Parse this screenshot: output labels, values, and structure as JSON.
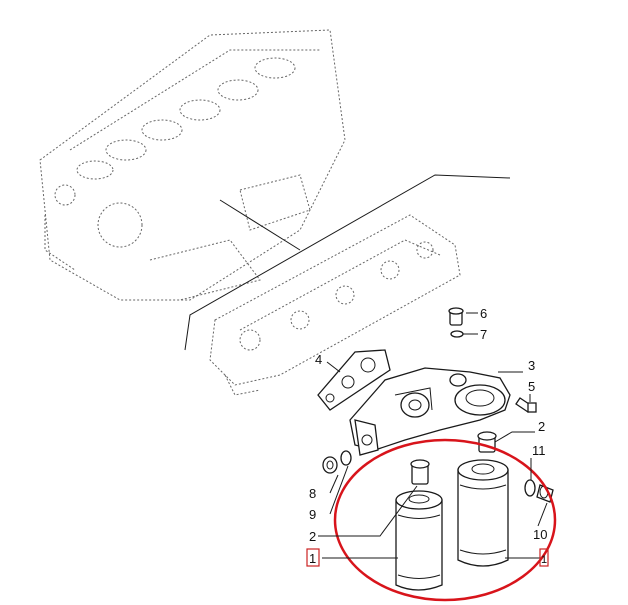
{
  "callouts": {
    "c1": "1",
    "c2a": "2",
    "c2b": "2",
    "c3": "3",
    "c4": "4",
    "c5": "5",
    "c6": "6",
    "c7": "7",
    "c8": "8",
    "c9": "9",
    "c10": "10",
    "c11": "11",
    "c1b": "1"
  },
  "colors": {
    "highlight_ring": "#d8141b",
    "callout_box": "#cc2222",
    "line": "#1a1a1a",
    "ghost_line": "#666666"
  }
}
